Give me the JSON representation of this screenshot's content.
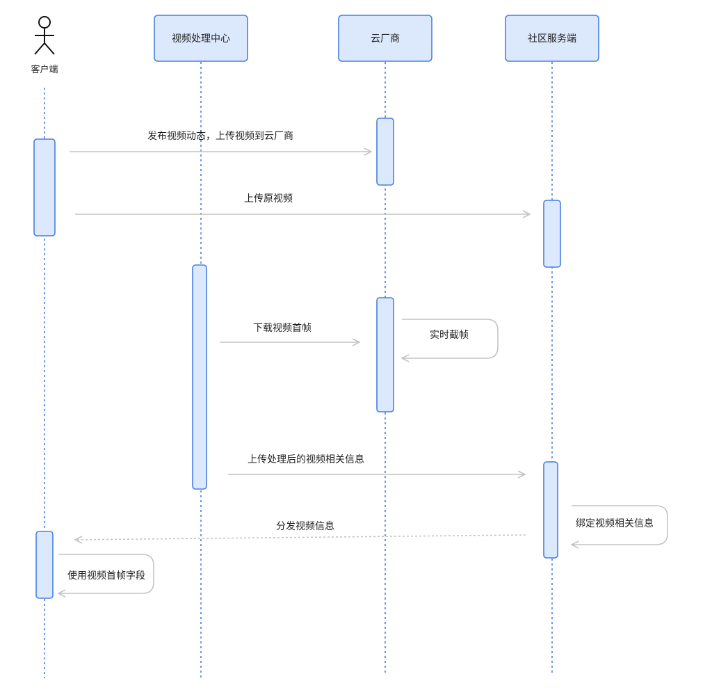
{
  "colors": {
    "box_fill": "#dce8fb",
    "box_stroke": "#4a7fe0",
    "lifeline": "#4a7fe0",
    "arrow": "#c4c4c4",
    "text": "#1f1f1f"
  },
  "actor": {
    "label": "客户端",
    "icon": "stick-figure-icon"
  },
  "participants": [
    {
      "label": "视频处理中心"
    },
    {
      "label": "云厂商"
    },
    {
      "label": "社区服务端"
    }
  ],
  "messages": [
    {
      "label": "发布视频动态，上传视频到云厂商",
      "from": "客户端",
      "to": "云厂商",
      "style": "solid"
    },
    {
      "label": "上传原视频",
      "from": "客户端",
      "to": "社区服务端",
      "style": "solid"
    },
    {
      "label": "下载视频首帧",
      "from": "视频处理中心",
      "to": "云厂商",
      "style": "solid"
    },
    {
      "label": "实时截帧",
      "from": "云厂商",
      "to": "云厂商",
      "style": "self"
    },
    {
      "label": "上传处理后的视频相关信息",
      "from": "视频处理中心",
      "to": "社区服务端",
      "style": "solid"
    },
    {
      "label": "绑定视频相关信息",
      "from": "社区服务端",
      "to": "社区服务端",
      "style": "self"
    },
    {
      "label": "分发视频信息",
      "from": "社区服务端",
      "to": "客户端",
      "style": "dashed"
    },
    {
      "label": "使用视频首帧字段",
      "from": "客户端",
      "to": "客户端",
      "style": "self"
    }
  ]
}
